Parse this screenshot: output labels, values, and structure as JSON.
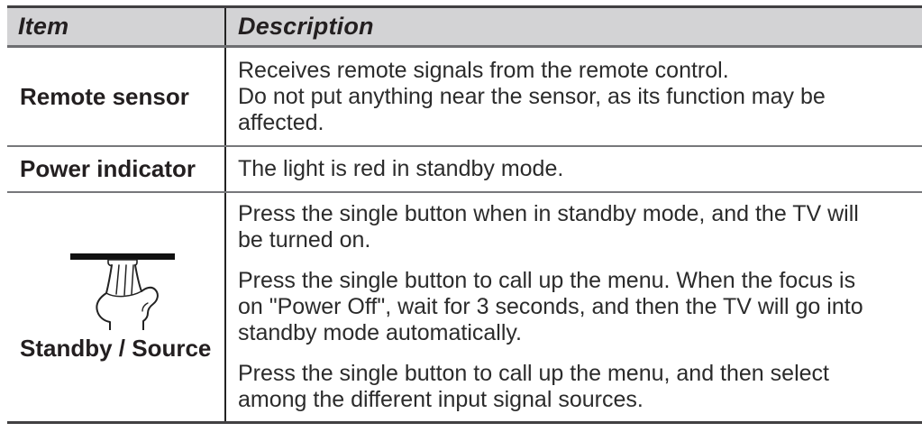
{
  "header": {
    "item": "Item",
    "description": "Description"
  },
  "rows": [
    {
      "item": "Remote sensor",
      "paragraphs": [
        [
          "Receives remote signals from the remote control.",
          "Do not put anything near the sensor, as its function may be",
          "affected."
        ]
      ]
    },
    {
      "item": "Power indicator",
      "paragraphs": [
        [
          "The light is red in standby mode."
        ]
      ]
    },
    {
      "item": "Standby / Source",
      "icon": "hand-press-button-icon",
      "paragraphs": [
        [
          "Press the single button when in standby mode, and the TV will",
          "be turned on."
        ],
        [
          "Press the single button to call up the menu. When the focus is",
          "on \"Power Off\", wait for 3 seconds, and then the TV will go into",
          "standby mode automatically."
        ],
        [
          "Press the single button to call up the menu, and then select",
          "among the different input signal sources."
        ]
      ]
    }
  ],
  "colors": {
    "header_bg": "#d3d3d5",
    "outer_border": "#414042",
    "row_separator": "#77787b",
    "column_divider": "#232323",
    "text": "#2b2b2b"
  }
}
